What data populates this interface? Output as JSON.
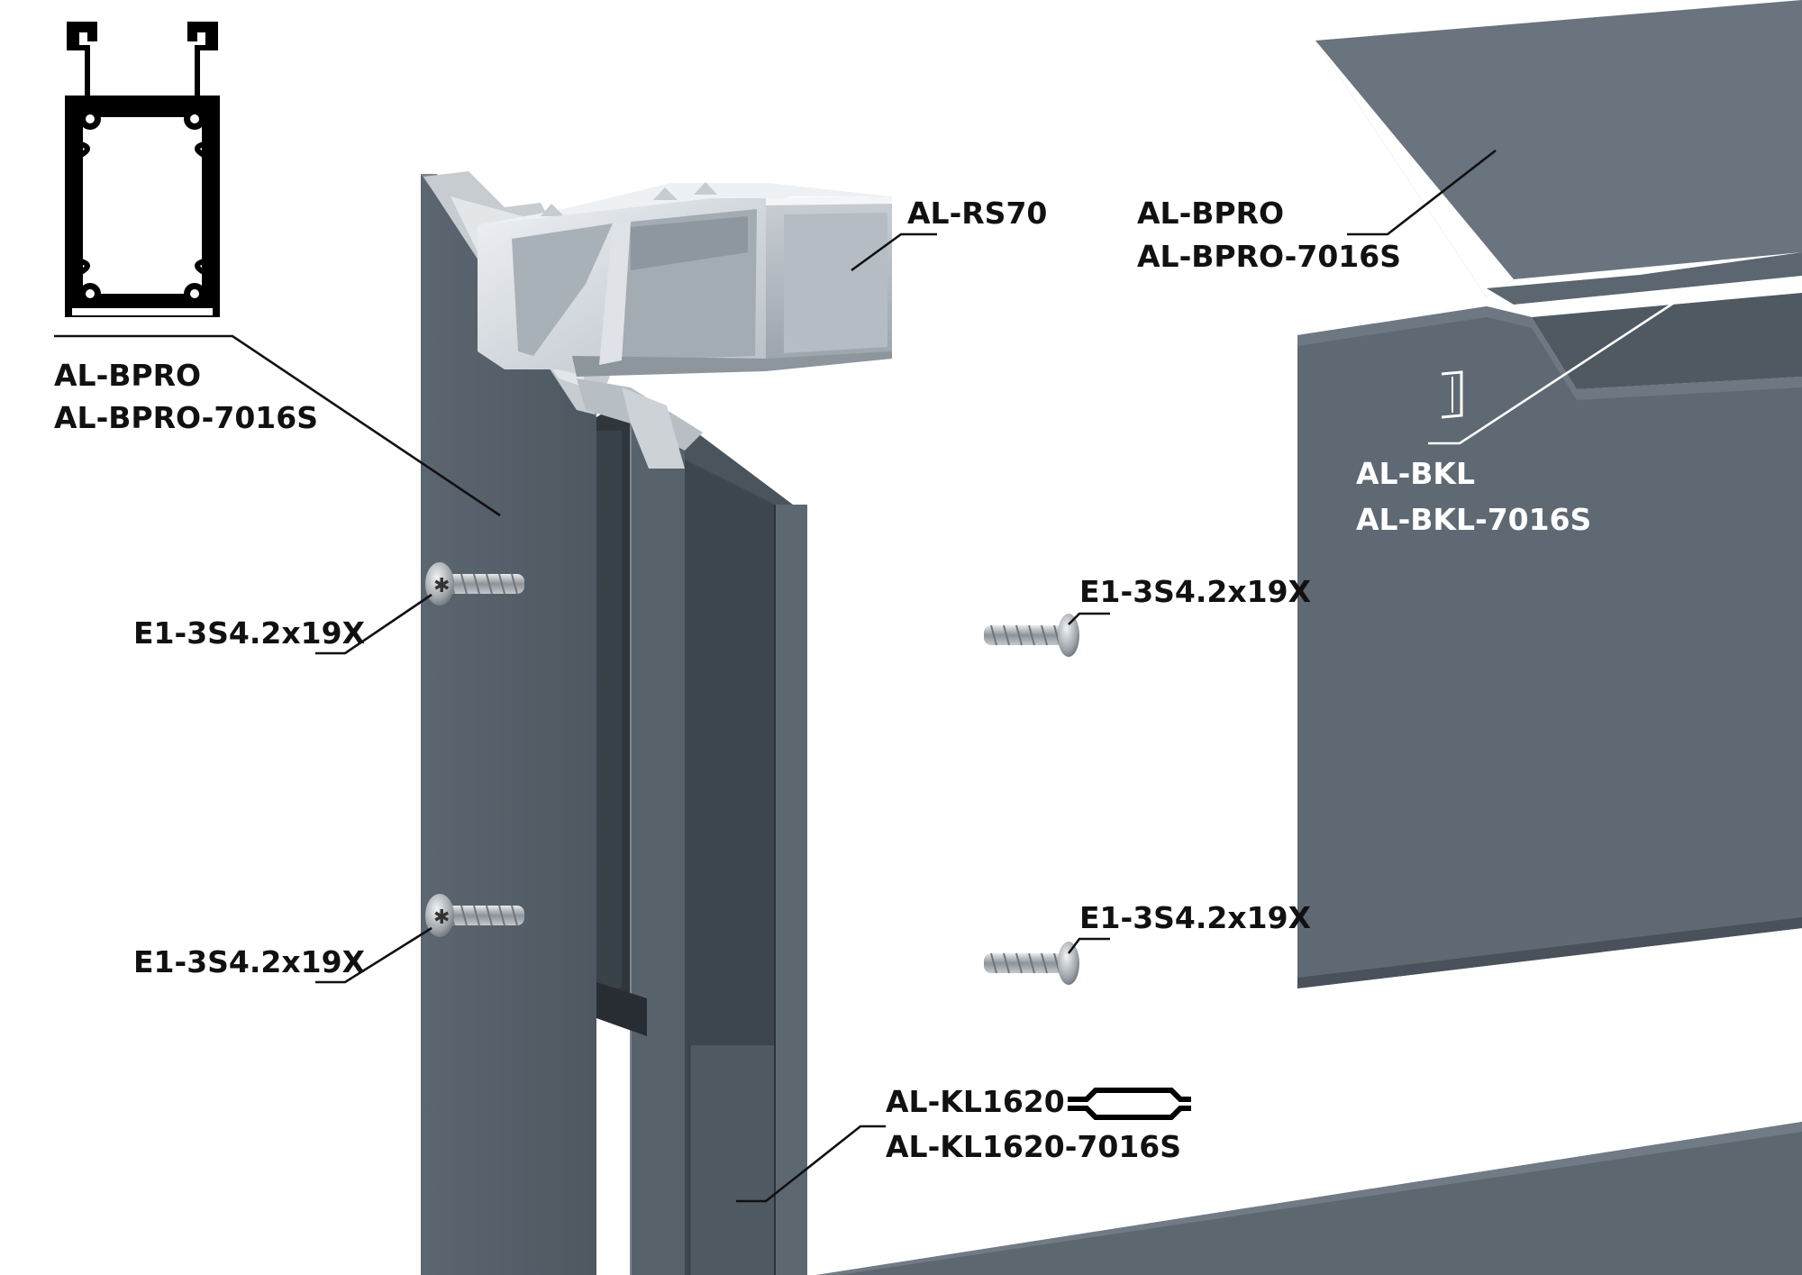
{
  "colors": {
    "background": "#ffffff",
    "anthracite": "#5c6670",
    "anthracite_dark": "#3b434b",
    "aluminium": "#d6dbe0",
    "label": "#111111",
    "label_light": "#ffffff"
  },
  "labels": {
    "profile_code": "AL-BPRO",
    "profile_code_color": "AL-BPRO-7016S",
    "right_profile_code": "AL-BPRO",
    "right_profile_code_color": "AL-BPRO-7016S",
    "connector": "AL-RS70",
    "clip_code": "AL-BKL",
    "clip_code_color": "AL-BKL-7016S",
    "screw_left_top": "E1-3S4.2x19X",
    "screw_left_bottom": "E1-3S4.2x19X",
    "screw_mid_top": "E1-3S4.2x19X",
    "screw_mid_bottom": "E1-3S4.2x19X",
    "strip_code": "AL-KL1620",
    "strip_code_color": "AL-KL1620-7016S"
  }
}
